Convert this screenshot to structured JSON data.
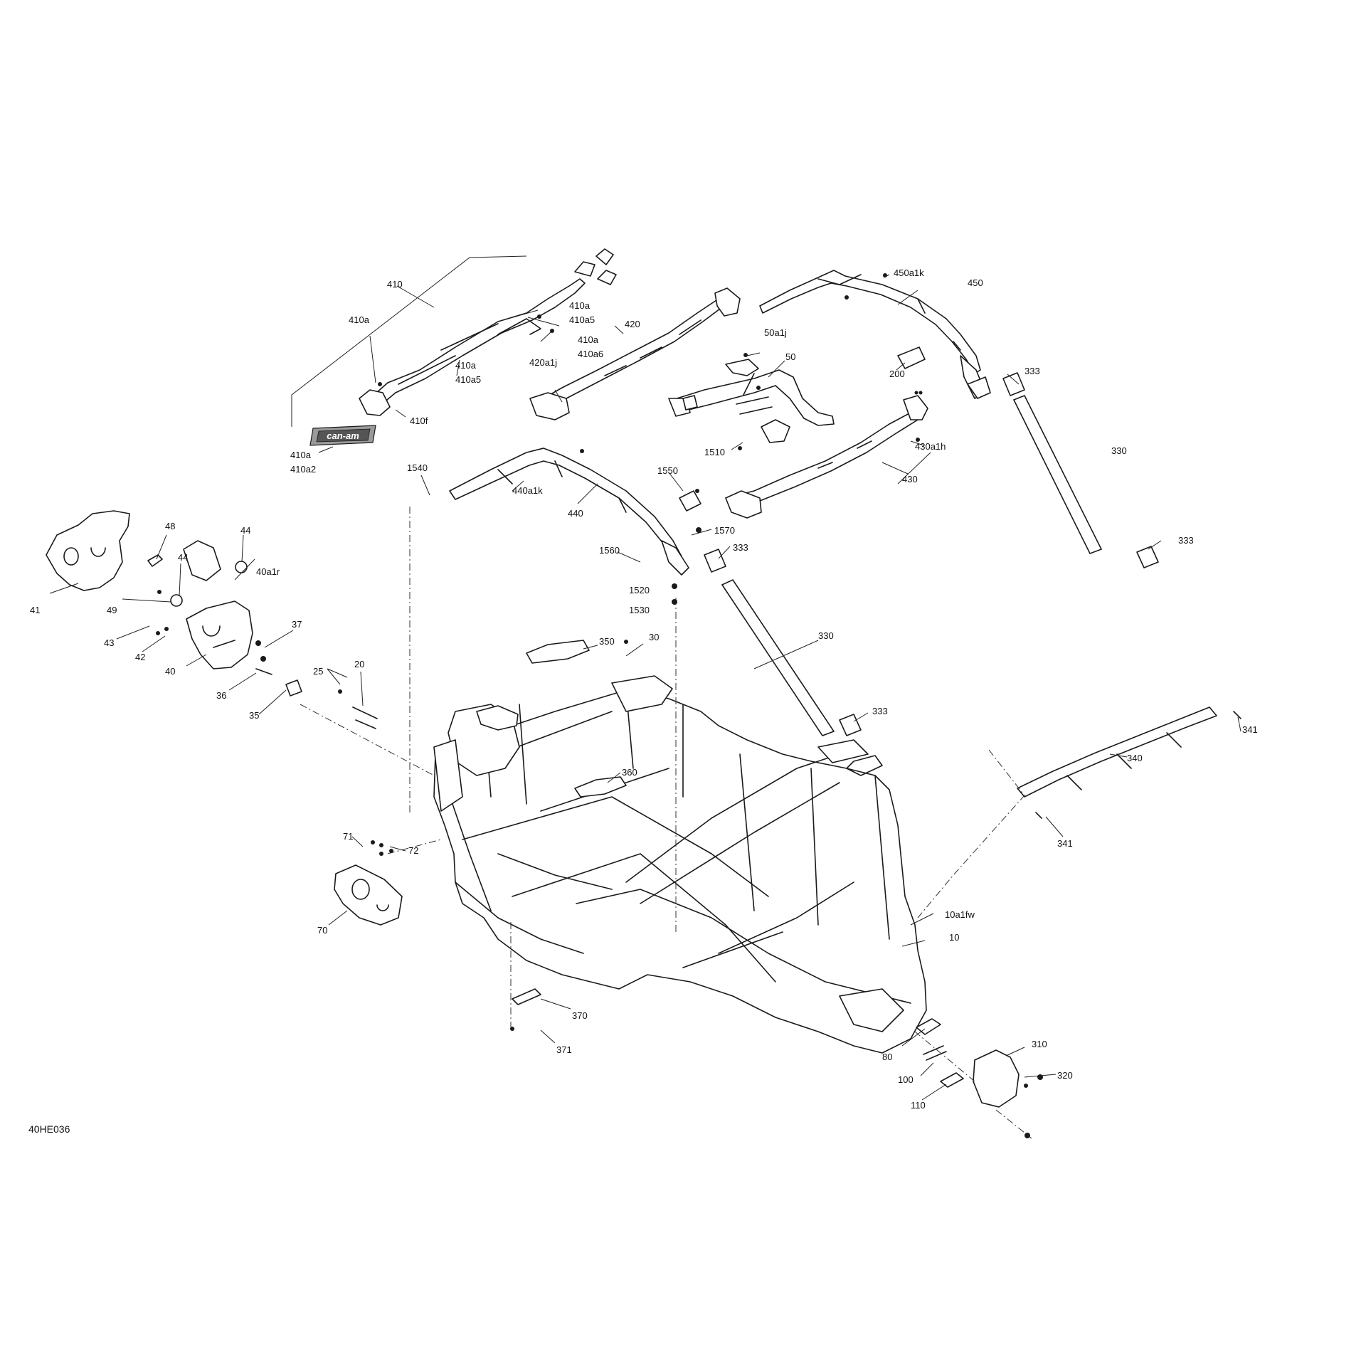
{
  "diagram": {
    "reference_code": "40HE036",
    "logo_text": "can-am",
    "callouts": {
      "c410": "410",
      "c410a_top": "410a",
      "c410a_a5_1": "410a",
      "c410a5_1": "410a5",
      "c410a_a6": "410a",
      "c410a6": "410a6",
      "c410a_a5_2": "410a",
      "c410a5_2": "410a5",
      "c410f": "410f",
      "c410a_a2": "410a",
      "c410a2": "410a2",
      "c420": "420",
      "c420a1j": "420a1j",
      "c450a1k": "450a1k",
      "c450": "450",
      "c50a1j": "50a1j",
      "c50": "50",
      "c200": "200",
      "c333_a": "333",
      "c330_a": "330",
      "c430a1h": "430a1h",
      "c430": "430",
      "c1510": "1510",
      "c1540": "1540",
      "c440a1k": "440a1k",
      "c440": "440",
      "c1550": "1550",
      "c1570": "1570",
      "c1560": "1560",
      "c333_b": "333",
      "c333_c": "333",
      "c1520": "1520",
      "c1530": "1530",
      "c330_b": "330",
      "c333_d": "333",
      "c48": "48",
      "c44_a": "44",
      "c44_b": "44",
      "c40a1r": "40a1r",
      "c41": "41",
      "c49": "49",
      "c43": "43",
      "c42": "42",
      "c37": "37",
      "c40": "40",
      "c36": "36",
      "c35": "35",
      "c25": "25",
      "c20": "20",
      "c350": "350",
      "c30": "30",
      "c360": "360",
      "c71": "71",
      "c72": "72",
      "c70": "70",
      "c341_a": "341",
      "c340": "340",
      "c341_b": "341",
      "c10a1fw": "10a1fw",
      "c10": "10",
      "c370": "370",
      "c371": "371",
      "c310": "310",
      "c80": "80",
      "c320": "320",
      "c100": "100",
      "c110": "110"
    }
  }
}
